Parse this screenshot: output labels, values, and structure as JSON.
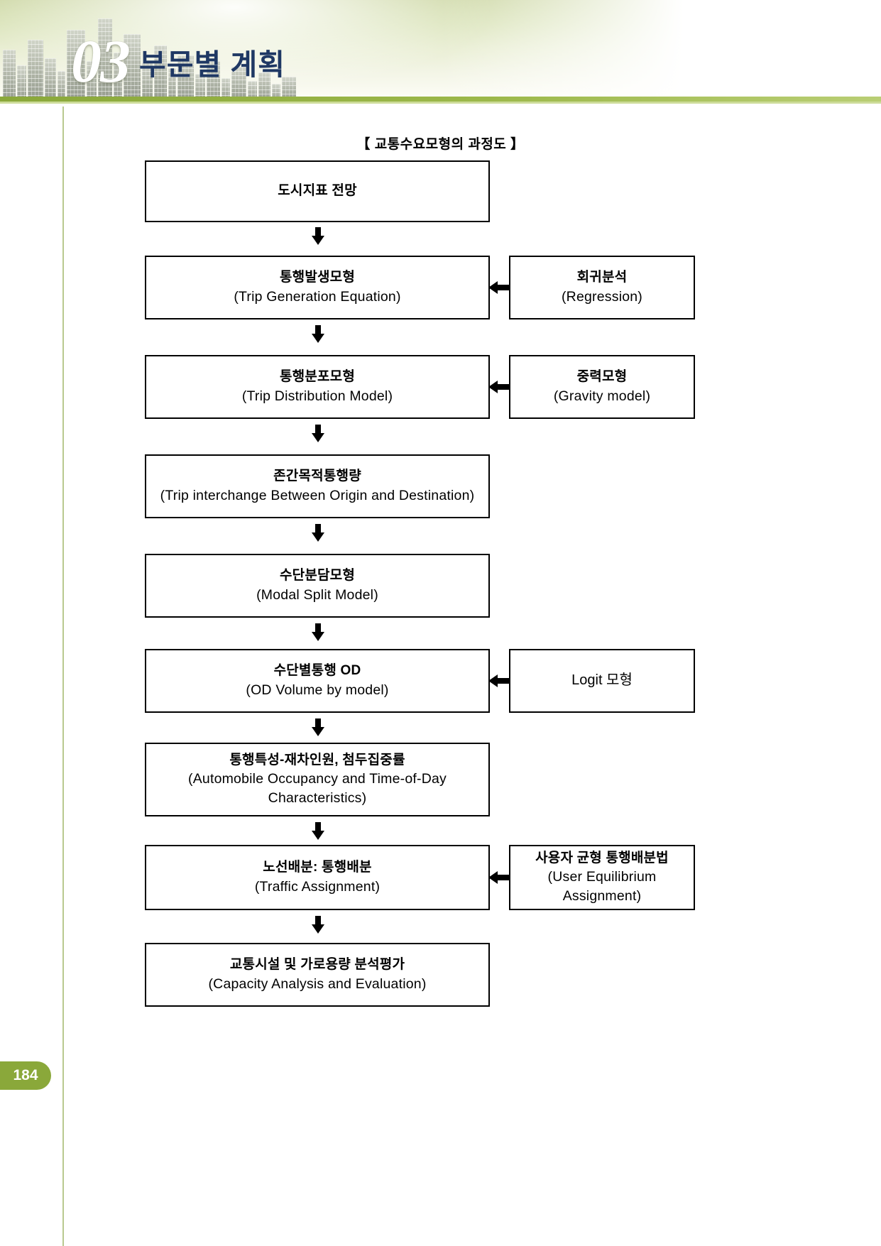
{
  "header": {
    "chapter_number": "03",
    "chapter_title": "부문별 계획",
    "accent_color": "#8aa83a",
    "title_color": "#1f3864"
  },
  "diagram": {
    "title": "【  교통수요모형의  과정도  】",
    "steps": [
      {
        "ko": "도시지표 전망",
        "en": ""
      },
      {
        "ko": "통행발생모형",
        "en": "(Trip  Generation  Equation)"
      },
      {
        "ko": "통행분포모형",
        "en": "(Trip  Distribution  Model)"
      },
      {
        "ko": "존간목적통행량",
        "en": "(Trip  interchange  Between  Origin  and  Destination)"
      },
      {
        "ko": "수단분담모형",
        "en": "(Modal  Split  Model)"
      },
      {
        "ko": "수단별통행 OD",
        "en": "(OD  Volume  by  model)"
      },
      {
        "ko": "통행특성-재차인원, 첨두집중률",
        "en": "(Automobile  Occupancy  and  Time-of-Day",
        "en2": "Characteristics)"
      },
      {
        "ko": "노선배분: 통행배분",
        "en": "(Traffic  Assignment)"
      },
      {
        "ko": "교통시설 및 가로용량 분석평가",
        "en": "(Capacity  Analysis  and  Evaluation)"
      }
    ],
    "side_inputs": [
      {
        "ko": "회귀분석",
        "en": "(Regression)"
      },
      {
        "ko": "중력모형",
        "en": "(Gravity  model)"
      },
      {
        "plain": "Logit 모형"
      },
      {
        "ko": "사용자 균형 통행배분법",
        "en": "(User  Equilibrium",
        "en2": "Assignment)"
      }
    ]
  },
  "footer": {
    "page_number": "184"
  }
}
